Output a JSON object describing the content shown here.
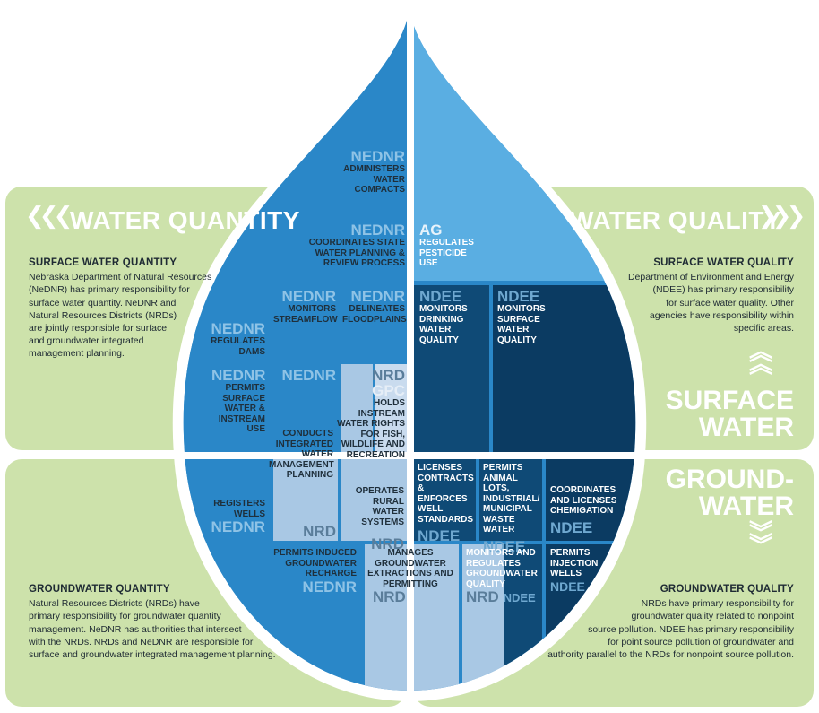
{
  "bands": {
    "water_quantity": "WATER QUANTITY",
    "water_quality": "WATER QUALITY",
    "surface_water": [
      "SURFACE",
      "WATER"
    ],
    "groundwater": [
      "GROUND-",
      "WATER"
    ]
  },
  "panels": {
    "surface_quantity": {
      "title": "SURFACE WATER QUANTITY",
      "body": [
        "Nebraska Department of Natural Resources",
        "(NeDNR) has primary responsibility for",
        "surface water quantity. NeDNR and",
        "Natural Resources Districts (NRDs)",
        "are jointly responsible for surface",
        "and groundwater integrated",
        "management planning."
      ]
    },
    "surface_quality": {
      "title": "SURFACE WATER QUALITY",
      "body": [
        "Department of Environment and Energy",
        "(NDEE) has primary responsibility",
        "for surface water quality. Other",
        "agencies have responsibility within",
        "specific areas."
      ]
    },
    "ground_quantity": {
      "title": "GROUNDWATER QUANTITY",
      "body": [
        "Natural Resources Districts (NRDs) have",
        "primary responsibility for groundwater quantity",
        "management. NeDNR has authorities that intersect",
        "with the NRDs. NRDs and NeDNR are responsible for",
        "surface and groundwater integrated management planning."
      ]
    },
    "ground_quality": {
      "title": "GROUNDWATER QUALITY",
      "body": [
        "NRDs have primary responsibility for",
        "groundwater quality related to nonpoint",
        "source pollution. NDEE has primary responsibility",
        "for point source pollution of groundwater and",
        "authority parallel to the NRDs for nonpoint source pollution."
      ]
    }
  },
  "cells": {
    "compacts": {
      "agency": "NeDNR",
      "text": [
        "ADMINISTERS",
        "WATER",
        "COMPACTS"
      ]
    },
    "planning": {
      "agency": "NeDNR",
      "text": [
        "COORDINATES STATE",
        "WATER PLANNING &",
        "REVIEW PROCESS"
      ]
    },
    "pesticide": {
      "agency": "AG",
      "text": [
        "REGULATES",
        "PESTICIDE",
        "USE"
      ]
    },
    "dams": {
      "agency": "NeDNR",
      "text": [
        "REGULATES",
        "DAMS"
      ]
    },
    "streamflow": {
      "agency": "NeDNR",
      "text": [
        "MONITORS",
        "STREAMFLOW"
      ]
    },
    "floodplains": {
      "agency": "NeDNR",
      "text": [
        "DELINEATES",
        "FLOODPLAINS"
      ]
    },
    "drinking": {
      "agency": "NDEE",
      "text": [
        "MONITORS",
        "DRINKING",
        "WATER",
        "QUALITY"
      ]
    },
    "surface_wq": {
      "agency": "NDEE",
      "text": [
        "MONITORS",
        "SURFACE",
        "WATER",
        "QUALITY"
      ]
    },
    "permits_sw": {
      "agency": "NeDNR",
      "text": [
        "PERMITS",
        "SURFACE",
        "WATER &",
        "INSTREAM",
        "USE"
      ]
    },
    "integrated": {
      "agency_top": "NeDNR",
      "agency_bottom": "NRD",
      "text": [
        "CONDUCTS",
        "INTEGRATED",
        "WATER",
        "MANAGEMENT",
        "PLANNING"
      ]
    },
    "instream": {
      "agency1": "NRD",
      "agency2": "GPC",
      "text": [
        "HOLDS",
        "INSTREAM",
        "WATER RIGHTS",
        "FOR FISH,",
        "WILDLIFE AND",
        "RECREATION"
      ]
    },
    "registers": {
      "agency": "NeDNR",
      "text": [
        "REGISTERS",
        "WELLS"
      ]
    },
    "rural": {
      "agency": "NRD",
      "text": [
        "OPERATES",
        "RURAL WATER",
        "SYSTEMS"
      ]
    },
    "licenses": {
      "agency": "NDEE",
      "text": [
        "LICENSES",
        "CONTRACTS &",
        "ENFORCES",
        "WELL",
        "STANDARDS"
      ]
    },
    "animal": {
      "agency": "NDEE",
      "text": [
        "PERMITS",
        "ANIMAL LOTS,",
        "INDUSTRIAL/",
        "MUNICIPAL",
        "WASTE WATER"
      ]
    },
    "chemigation": {
      "agency": "NDEE",
      "text": [
        "COORDINATES",
        "AND LICENSES",
        "CHEMIGATION"
      ]
    },
    "recharge": {
      "agency": "NeDNR",
      "text": [
        "PERMITS INDUCED",
        "GROUNDWATER RECHARGE"
      ]
    },
    "extractions": {
      "agency": "NRD",
      "text": [
        "MANAGES",
        "GROUNDWATER",
        "EXTRACTIONS AND",
        "PERMITTING"
      ]
    },
    "gw_quality": {
      "agency1": "NRD",
      "agency2": "NDEE",
      "text": [
        "MONITORS AND",
        "REGULATES",
        "GROUNDWATER",
        "QUALITY"
      ]
    },
    "injection": {
      "agency": "NDEE",
      "text": [
        "PERMITS",
        "INJECTION",
        "WELLS"
      ]
    }
  },
  "colors": {
    "green_band": "#c9dfa6",
    "blue_mid": "#2a87c8",
    "blue_light": "#5aaee2",
    "blue_pale": "#a9c8e4",
    "blue_dark": "#0f4a76",
    "blue_navy": "#0b3b62"
  }
}
